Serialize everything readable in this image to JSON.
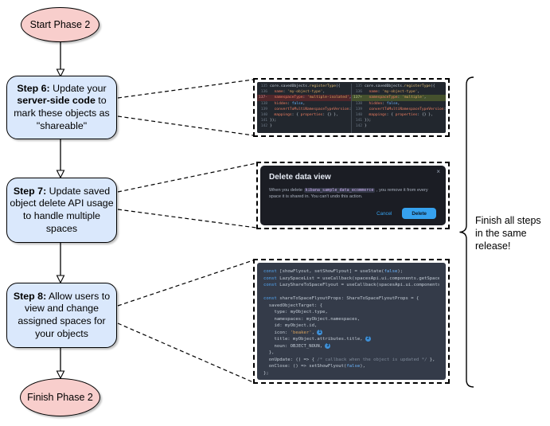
{
  "flow": {
    "start_label": "Start Phase 2",
    "finish_label": "Finish Phase 2",
    "steps": [
      {
        "segs": [
          [
            "b",
            "Step 6:"
          ],
          [
            "t",
            " Update your "
          ],
          [
            "b",
            "server-side code"
          ],
          [
            "t",
            " to mark these objects as \"shareable\""
          ]
        ]
      },
      {
        "segs": [
          [
            "b",
            "Step 7:"
          ],
          [
            "t",
            " Update saved object delete API usage to handle multiple spaces"
          ]
        ]
      },
      {
        "segs": [
          [
            "b",
            "Step 8:"
          ],
          [
            "t",
            " Allow users to view and change assigned spaces for your objects"
          ]
        ]
      }
    ],
    "note": "Finish all steps in the same release!"
  },
  "diff": {
    "left": [
      {
        "n": "135",
        "m": "",
        "hl": "",
        "s": [
          [
            "sg-w",
            "core.savedObjects."
          ],
          [
            "sg-f",
            "registerType"
          ],
          [
            "sg-w",
            "({"
          ]
        ]
      },
      {
        "n": "136",
        "m": "",
        "hl": "",
        "s": [
          [
            "sg-k",
            "  name"
          ],
          [
            "sg-w",
            ": "
          ],
          [
            "sg-s",
            "'my-object-type'"
          ],
          [
            "sg-w",
            ","
          ]
        ]
      },
      {
        "n": "137",
        "m": "-",
        "hl": "del",
        "s": [
          [
            "sg-k",
            "  namespaceType"
          ],
          [
            "sg-w",
            ": "
          ],
          [
            "sg-s",
            "'multiple-isolated'"
          ],
          [
            "sg-w",
            ","
          ]
        ]
      },
      {
        "n": "138",
        "m": "",
        "hl": "",
        "s": [
          [
            "sg-k",
            "  hidden"
          ],
          [
            "sg-w",
            ": "
          ],
          [
            "sg-bl",
            "false"
          ],
          [
            "sg-w",
            ","
          ]
        ]
      },
      {
        "n": "139",
        "m": "",
        "hl": "",
        "s": [
          [
            "sg-k",
            "  convertToMultiNamespaceTypeVersion"
          ],
          [
            "sg-w",
            ": "
          ],
          [
            "sg-s",
            "'"
          ]
        ]
      },
      {
        "n": "140",
        "m": "",
        "hl": "",
        "s": [
          [
            "sg-k",
            "  mappings"
          ],
          [
            "sg-w",
            ": { "
          ],
          [
            "sg-k",
            "properties"
          ],
          [
            "sg-w",
            ": {} },"
          ]
        ]
      },
      {
        "n": "141",
        "m": "",
        "hl": "",
        "s": [
          [
            "sg-w",
            "});"
          ]
        ]
      },
      {
        "n": "142",
        "m": "",
        "hl": "",
        "s": [
          [
            "sg-w",
            "}"
          ]
        ]
      }
    ],
    "right": [
      {
        "n": "135",
        "m": "",
        "hl": "",
        "s": [
          [
            "sg-w",
            "core.savedObjects."
          ],
          [
            "sg-f",
            "registerType"
          ],
          [
            "sg-w",
            "({"
          ]
        ]
      },
      {
        "n": "136",
        "m": "",
        "hl": "",
        "s": [
          [
            "sg-k",
            "  name"
          ],
          [
            "sg-w",
            ": "
          ],
          [
            "sg-s",
            "'my-object-type'"
          ],
          [
            "sg-w",
            ","
          ]
        ]
      },
      {
        "n": "137",
        "m": "+",
        "hl": "add",
        "s": [
          [
            "sg-k",
            "  namespaceType"
          ],
          [
            "sg-w",
            ": "
          ],
          [
            "sg-s",
            "'multiple'"
          ],
          [
            "sg-w",
            ","
          ]
        ]
      },
      {
        "n": "138",
        "m": "",
        "hl": "",
        "s": [
          [
            "sg-k",
            "  hidden"
          ],
          [
            "sg-w",
            ": "
          ],
          [
            "sg-bl",
            "false"
          ],
          [
            "sg-w",
            ","
          ]
        ]
      },
      {
        "n": "139",
        "m": "",
        "hl": "",
        "s": [
          [
            "sg-k",
            "  convertToMultiNamespaceTypeVersion"
          ],
          [
            "sg-w",
            ": "
          ],
          [
            "sg-s",
            "'"
          ]
        ]
      },
      {
        "n": "140",
        "m": "",
        "hl": "",
        "s": [
          [
            "sg-k",
            "  mappings"
          ],
          [
            "sg-w",
            ": { "
          ],
          [
            "sg-k",
            "properties"
          ],
          [
            "sg-w",
            ": {} },"
          ]
        ]
      },
      {
        "n": "141",
        "m": "",
        "hl": "",
        "s": [
          [
            "sg-w",
            "});"
          ]
        ]
      },
      {
        "n": "142",
        "m": "",
        "hl": "",
        "s": [
          [
            "sg-w",
            "}"
          ]
        ]
      }
    ]
  },
  "modal": {
    "title": "Delete data view",
    "close_icon": "×",
    "body_segs": [
      [
        "t",
        "When you delete "
      ],
      [
        "code",
        "kibana_sample_data_ecommerce"
      ],
      [
        "t",
        " , you remove it from every space it is shared in. You can't undo this action."
      ]
    ],
    "cancel_label": "Cancel",
    "delete_label": "Delete"
  },
  "flyout_code": {
    "lines": [
      [
        [
          "kw",
          "const"
        ],
        [
          "w",
          " [showFlyout, setShowFlyout] = useState("
        ],
        [
          "bl",
          "false"
        ],
        [
          "w",
          ");"
        ]
      ],
      [
        [
          "kw",
          "const"
        ],
        [
          "w",
          " LazySpaceList = useCallback(spacesApi.ui.components.getSpaceLis"
        ]
      ],
      [
        [
          "kw",
          "const"
        ],
        [
          "w",
          " LazyShareToSpaceFlyout = useCallback(spacesApi.ui.components.ge"
        ]
      ],
      [],
      [
        [
          "kw",
          "const"
        ],
        [
          "w",
          " shareToSpaceFlyoutProps: ShareToSpaceFlyoutProps = {"
        ]
      ],
      [
        [
          "w",
          "  savedObjectTarget: {"
        ]
      ],
      [
        [
          "w",
          "    type: myObject.type,"
        ]
      ],
      [
        [
          "w",
          "    namespaces: myObject.namespaces,"
        ]
      ],
      [
        [
          "w",
          "    id: myObject.id,"
        ]
      ],
      [
        [
          "w",
          "    icon: "
        ],
        [
          "s",
          "'beaker'"
        ],
        [
          "w",
          ", "
        ],
        [
          "n",
          "1"
        ]
      ],
      [
        [
          "w",
          "    title: myObject.attributes.title, "
        ],
        [
          "n",
          "2"
        ]
      ],
      [
        [
          "w",
          "    noun: OBJECT_NOUN, "
        ],
        [
          "n",
          "3"
        ]
      ],
      [
        [
          "w",
          "  },"
        ]
      ],
      [
        [
          "w",
          "  onUpdate: () => { "
        ],
        [
          "c",
          "/* callback when the object is updated */"
        ],
        [
          "w",
          " },"
        ]
      ],
      [
        [
          "w",
          "  onClose: () => setShowFlyout("
        ],
        [
          "bl",
          "false"
        ],
        [
          "w",
          "),"
        ]
      ],
      [
        [
          "w",
          "};"
        ]
      ]
    ]
  },
  "colors": {
    "step_fill": "#dae8fc",
    "terminal_fill": "#f8cecc",
    "accent_blue": "#36a2ef",
    "diff_del_bg": "#50272b",
    "diff_add_bg": "#45512d",
    "diff_bg": "#22272e",
    "code_bg": "#343b49",
    "modal_bg": "#1b1d24"
  }
}
